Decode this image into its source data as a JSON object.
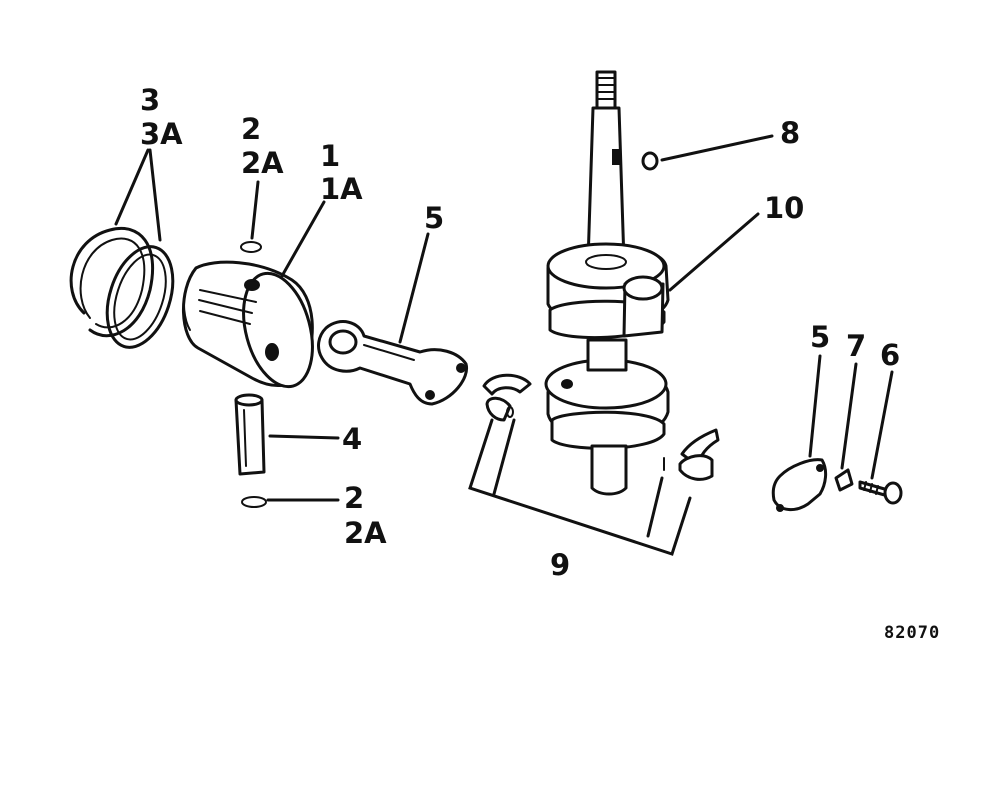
{
  "callouts": {
    "rings": [
      "3",
      "3A"
    ],
    "upper_retainer": [
      "2",
      "2A"
    ],
    "piston": [
      "1",
      "1A"
    ],
    "rod_left": "5",
    "pin": "4",
    "lower_retainer": [
      "2",
      "2A"
    ],
    "key": "8",
    "crankshaft": "10",
    "cap": "5",
    "lock": "7",
    "screw": "6",
    "bearings": "9"
  },
  "figure_number": "82070"
}
